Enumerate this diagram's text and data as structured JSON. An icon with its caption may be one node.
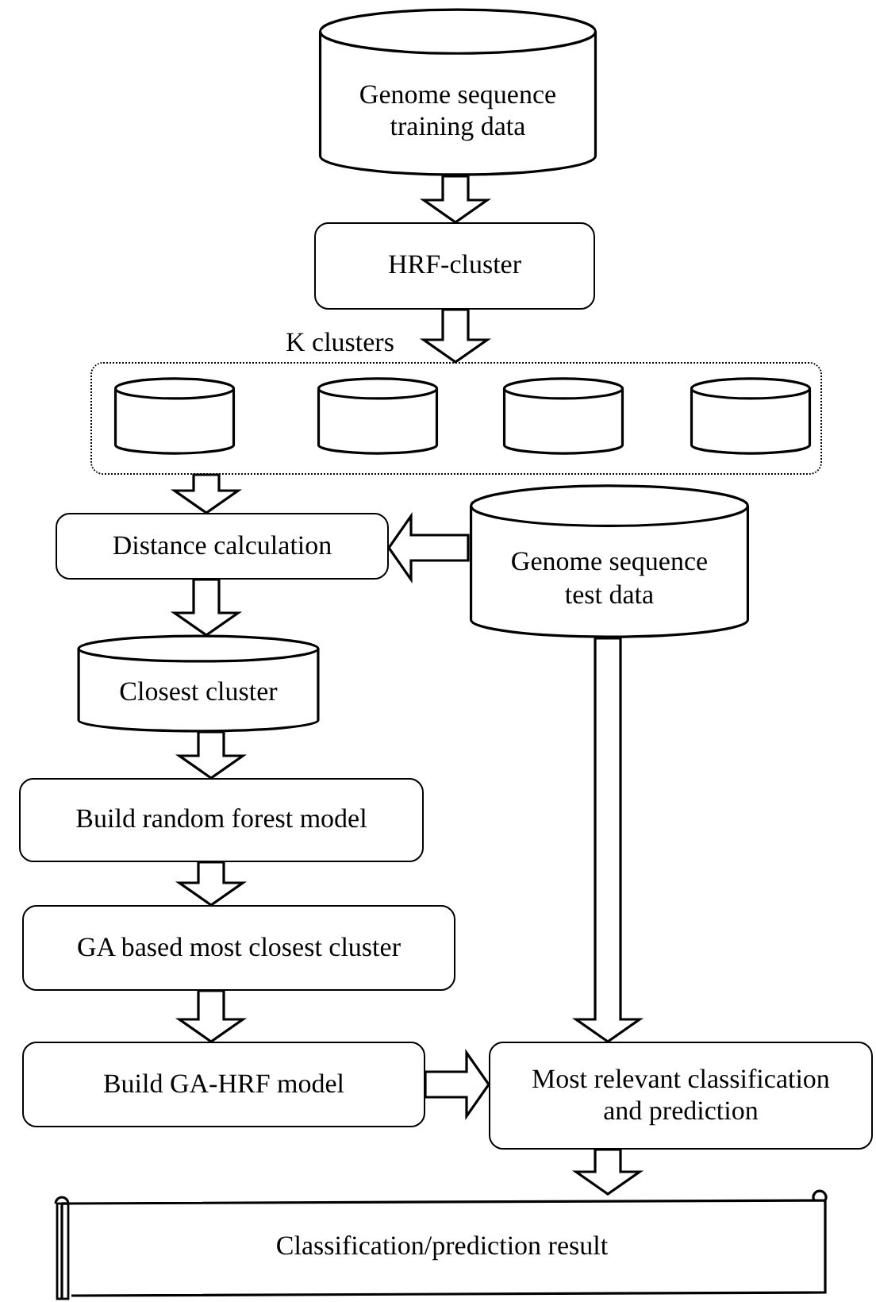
{
  "diagram": {
    "nodes": [
      {
        "text": [
          "Genome sequence training data"
        ]
      },
      {
        "text": [
          "HRF-cluster"
        ]
      },
      {
        "text": [],
        "shape": "box",
        "beside": [
          "K clusters"
        ]
      },
      {
        "text": [],
        "shape": "cylinder",
        "in": 2
      },
      {
        "text": [],
        "shape": "cylinder",
        "in": 2
      },
      {
        "text": [],
        "shape": "cylinder",
        "in": 2
      },
      {
        "text": [],
        "shape": "cylinder",
        "in": 2
      },
      {
        "text": [
          "Distance calculation"
        ]
      },
      {
        "text": [
          "Genome sequence test data"
        ]
      },
      {
        "text": [
          "Closest cluster"
        ]
      },
      {
        "text": [
          "Build random forest model"
        ]
      },
      {
        "text": [
          "GA based most closest cluster"
        ]
      },
      {
        "text": [
          "Build GA-HRF model"
        ]
      },
      {
        "text": [
          "Most relevant classification and prediction"
        ]
      },
      {
        "text": [
          "Classification/prediction result"
        ]
      }
    ],
    "edges": [
      {
        "from": 0,
        "to": 1,
        "arrow": "to"
      },
      {
        "from": 1,
        "to": 2,
        "arrow": "to"
      },
      {
        "from": 2,
        "to": 7,
        "arrow": "to"
      },
      {
        "from": 8,
        "to": 7,
        "arrow": "to"
      },
      {
        "from": 7,
        "to": 9,
        "arrow": "to"
      },
      {
        "from": 9,
        "to": 10,
        "arrow": "to"
      },
      {
        "from": 10,
        "to": 11,
        "arrow": "to"
      },
      {
        "from": 11,
        "to": 12,
        "arrow": "to"
      },
      {
        "from": 12,
        "to": 13,
        "arrow": "to"
      },
      {
        "from": 8,
        "to": 13,
        "arrow": "to"
      },
      {
        "from": 13,
        "to": 14,
        "arrow": "to"
      }
    ]
  }
}
